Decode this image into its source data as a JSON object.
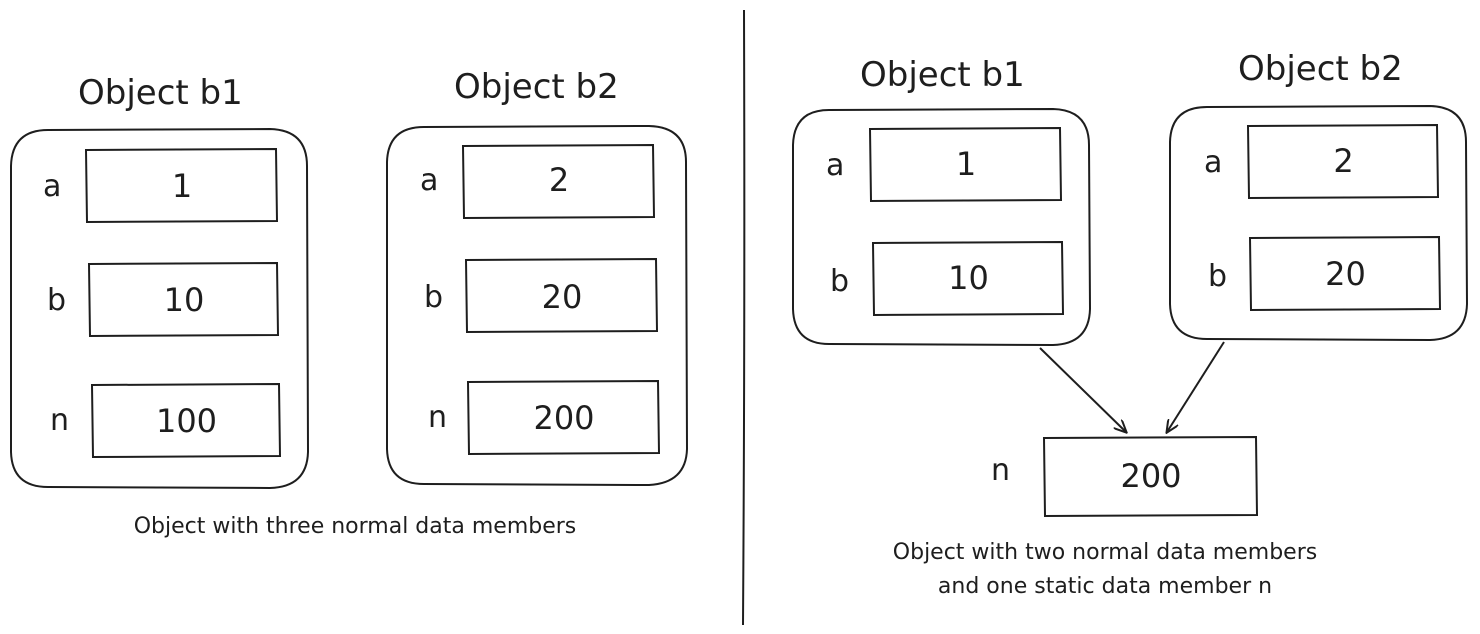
{
  "left": {
    "b1": {
      "title": "Object b1",
      "fields": [
        {
          "name": "a",
          "value": "1"
        },
        {
          "name": "b",
          "value": "10"
        },
        {
          "name": "n",
          "value": "100"
        }
      ]
    },
    "b2": {
      "title": "Object b2",
      "fields": [
        {
          "name": "a",
          "value": "2"
        },
        {
          "name": "b",
          "value": "20"
        },
        {
          "name": "n",
          "value": "200"
        }
      ]
    },
    "caption": "Object with three normal data members"
  },
  "right": {
    "b1": {
      "title": "Object b1",
      "fields": [
        {
          "name": "a",
          "value": "1"
        },
        {
          "name": "b",
          "value": "10"
        }
      ]
    },
    "b2": {
      "title": "Object b2",
      "fields": [
        {
          "name": "a",
          "value": "2"
        },
        {
          "name": "b",
          "value": "20"
        }
      ]
    },
    "static_member": {
      "name": "n",
      "value": "200"
    },
    "caption_line1": "Object with two normal data members",
    "caption_line2": "and one static data member n"
  },
  "colors": {
    "stroke": "#1e1e1e",
    "background": "#ffffff"
  }
}
